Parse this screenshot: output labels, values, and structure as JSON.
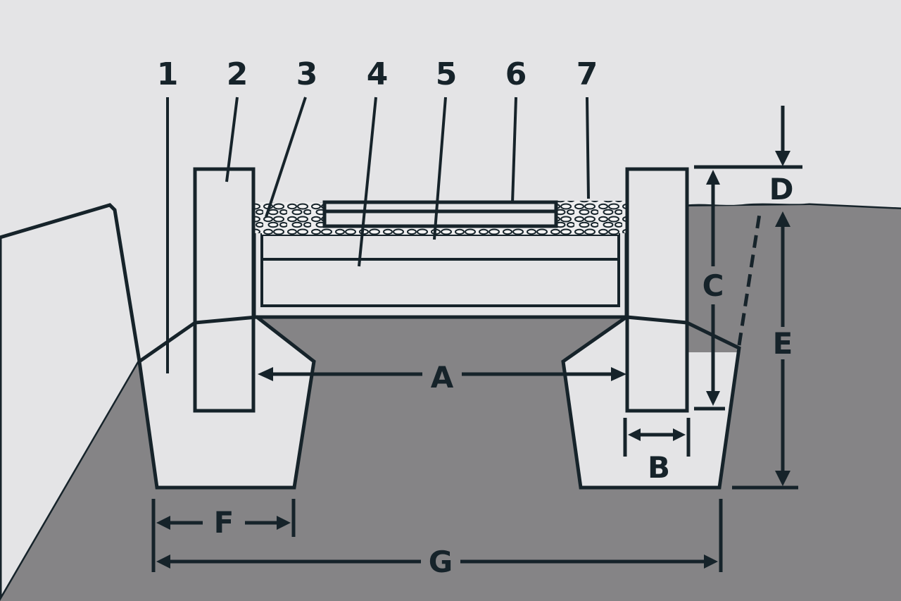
{
  "diagram": {
    "part_labels": [
      "1",
      "2",
      "3",
      "4",
      "5",
      "6",
      "7"
    ],
    "dimension_labels": {
      "A": "A",
      "B": "B",
      "C": "C",
      "D": "D",
      "E": "E",
      "F": "F",
      "G": "G"
    }
  },
  "colors": {
    "sky": "#e4e4e6",
    "soil": "#858486",
    "concrete": "#e0dfe0",
    "kerb": "#b0afb1",
    "sand": "#c8c7c8",
    "outline": "#16232a"
  }
}
